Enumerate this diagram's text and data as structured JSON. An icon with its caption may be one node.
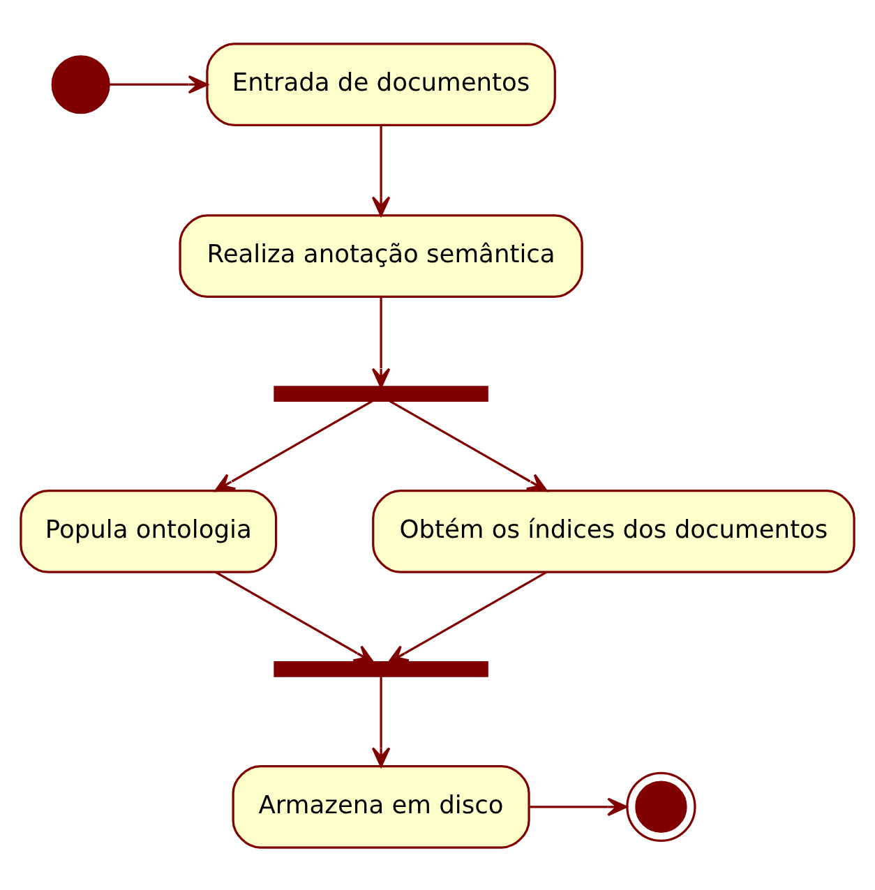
{
  "diagram": {
    "nodes": [
      {
        "text": [],
        "shape": "circle"
      },
      {
        "text": [
          "Entrada de documentos"
        ]
      },
      {
        "text": [
          "Realiza anotação semântica"
        ]
      },
      {
        "text": [],
        "shape": "bar"
      },
      {
        "text": [
          "Popula ontologia"
        ]
      },
      {
        "text": [
          "Obtém os índices dos documentos"
        ]
      },
      {
        "text": [],
        "shape": "bar"
      },
      {
        "text": [
          "Armazena em disco"
        ]
      },
      {
        "text": [],
        "shape": "circle"
      }
    ],
    "edges": [
      {
        "from": 0,
        "to": 1,
        "arrow": "to"
      },
      {
        "from": 1,
        "to": 2,
        "arrow": "to"
      },
      {
        "from": 2,
        "to": 3,
        "arrow": "to"
      },
      {
        "from": 3,
        "to": 4,
        "arrow": "to"
      },
      {
        "from": 3,
        "to": 5,
        "arrow": "to"
      },
      {
        "from": 4,
        "to": 6,
        "arrow": "to"
      },
      {
        "from": 5,
        "to": 6,
        "arrow": "to"
      },
      {
        "from": 6,
        "to": 7,
        "arrow": "to"
      },
      {
        "from": 7,
        "to": 8,
        "arrow": "to"
      }
    ]
  }
}
